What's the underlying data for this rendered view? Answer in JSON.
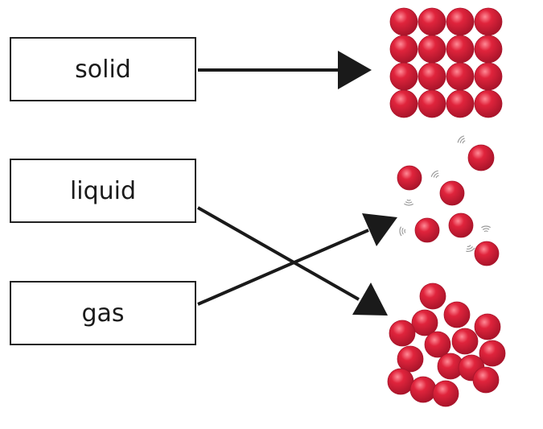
{
  "labels": {
    "solid": "solid",
    "liquid": "liquid",
    "gas": "gas"
  },
  "connections": [
    {
      "from": "solid",
      "to": "solid-particles"
    },
    {
      "from": "liquid",
      "to": "liquid-particles"
    },
    {
      "from": "gas",
      "to": "gas-particles"
    }
  ],
  "colors": {
    "particle": "#e0243c",
    "particle_highlight": "#ff8a96",
    "particle_shadow": "#a8142a",
    "line": "#1a1a1a",
    "box_border": "#222222"
  },
  "icons": [
    "solid-particles-icon",
    "gas-particles-icon",
    "liquid-particles-icon"
  ]
}
